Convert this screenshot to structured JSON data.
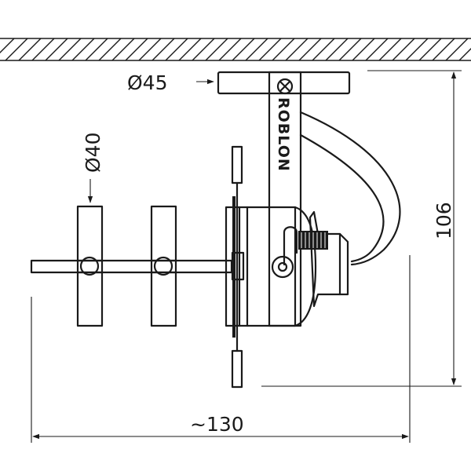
{
  "dimensions": {
    "diameter_top": "Ø45",
    "diameter_left": "Ø40",
    "height": "106",
    "width": "~130"
  },
  "brand": {
    "text": "ROBLON"
  }
}
